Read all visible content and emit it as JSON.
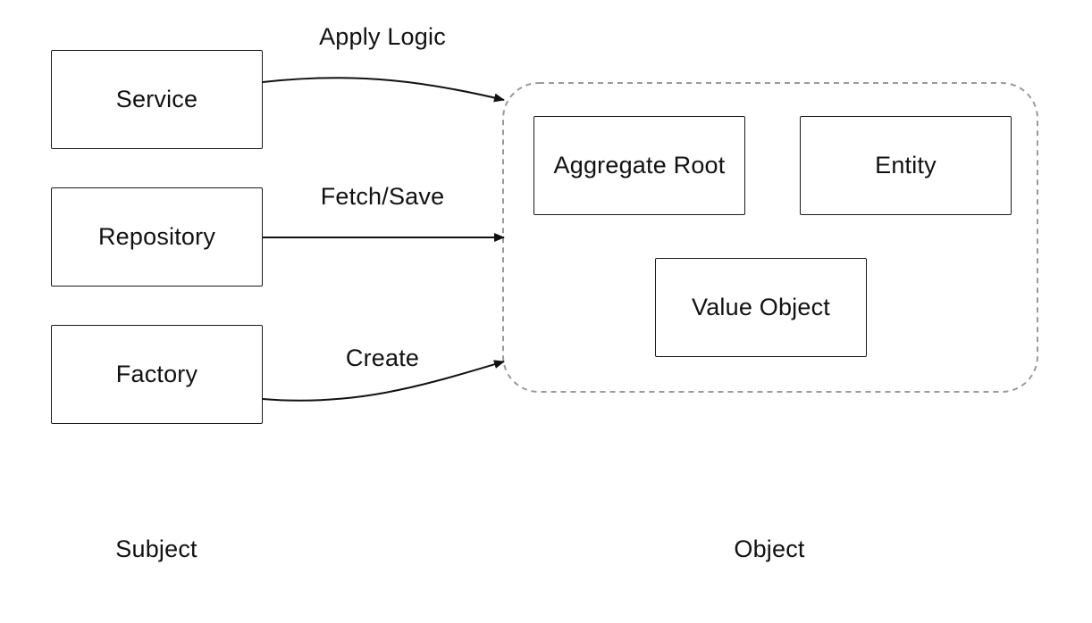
{
  "subject": {
    "caption": "Subject",
    "nodes": [
      {
        "id": "service",
        "label": "Service"
      },
      {
        "id": "repository",
        "label": "Repository"
      },
      {
        "id": "factory",
        "label": "Factory"
      }
    ]
  },
  "object": {
    "caption": "Object",
    "nodes": [
      {
        "id": "aggregate-root",
        "label": "Aggregate Root"
      },
      {
        "id": "entity",
        "label": "Entity"
      },
      {
        "id": "value-object",
        "label": "Value Object"
      }
    ]
  },
  "edges": [
    {
      "from": "service",
      "to": "object-group",
      "label": "Apply Logic"
    },
    {
      "from": "repository",
      "to": "object-group",
      "label": "Fetch/Save"
    },
    {
      "from": "factory",
      "to": "object-group",
      "label": "Create"
    }
  ],
  "colors": {
    "line": "#111111",
    "group_border": "#9a9a9a",
    "background": "#ffffff"
  }
}
